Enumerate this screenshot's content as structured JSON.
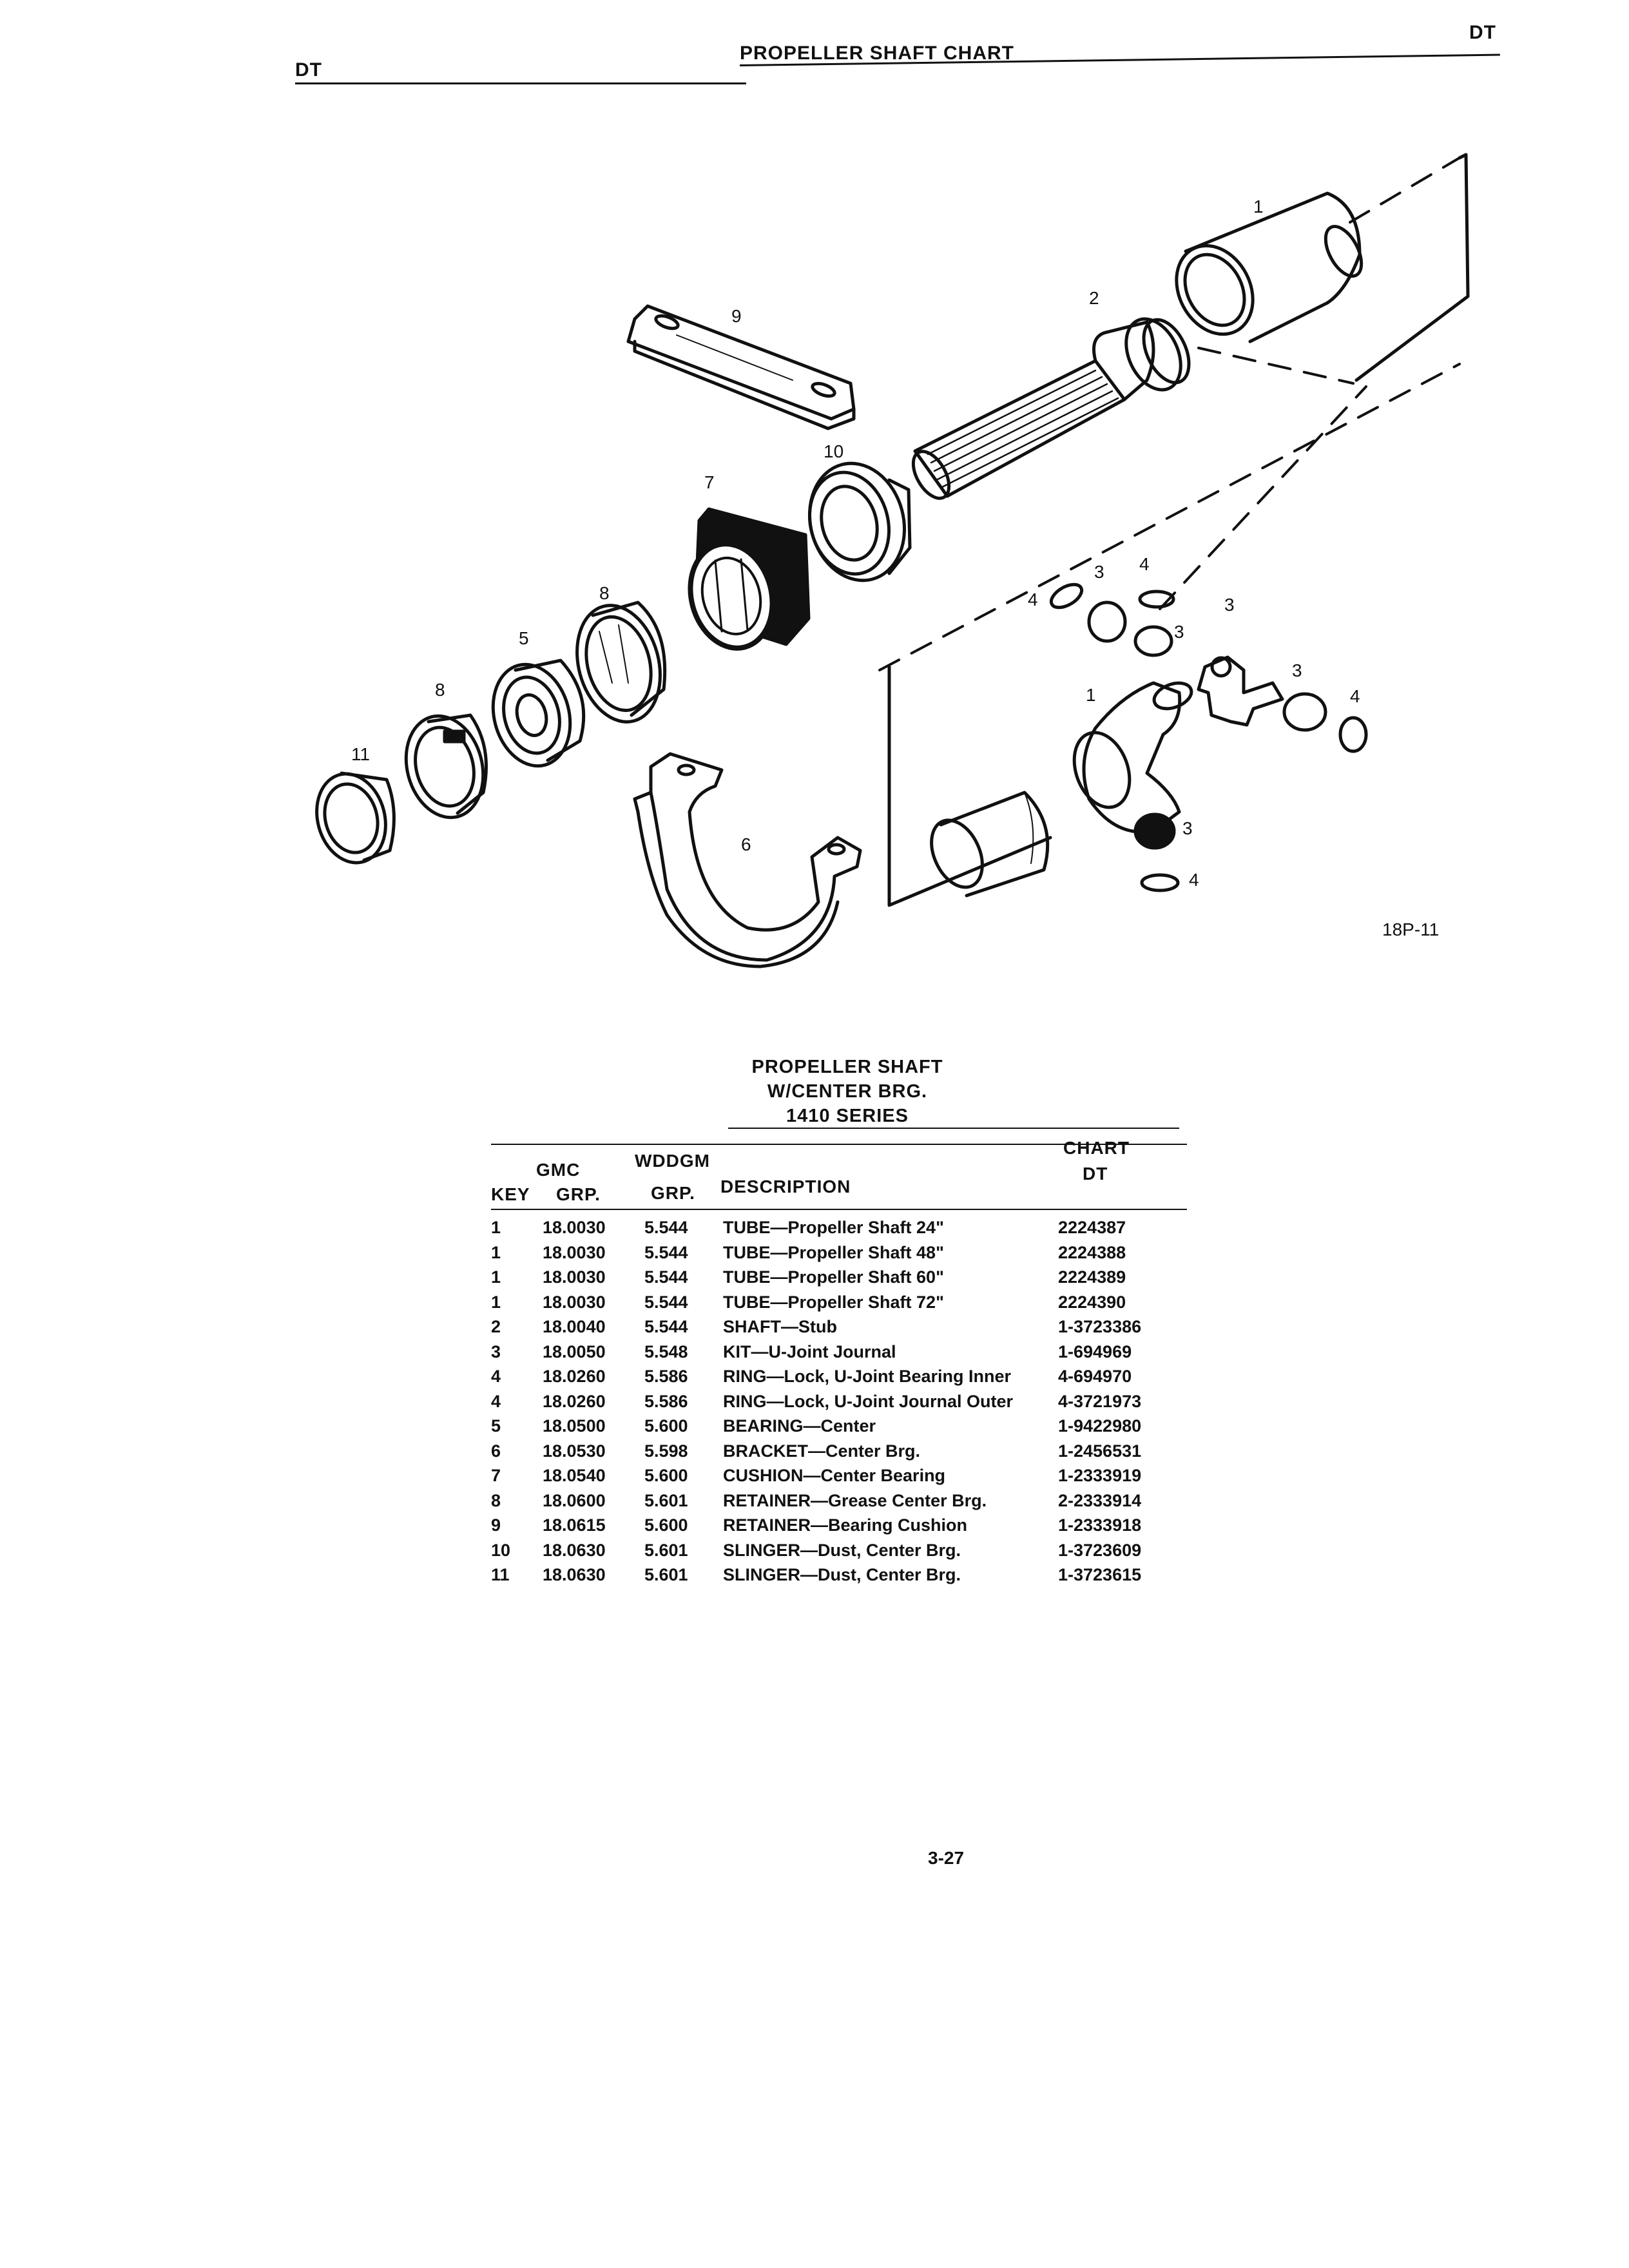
{
  "header": {
    "left_code": "DT",
    "title": "PROPELLER SHAFT CHART",
    "right_code": "DT"
  },
  "diagram": {
    "figure_code": "18P-11",
    "callouts": {
      "c1": "1",
      "c2": "2",
      "c3": "3",
      "c4": "4",
      "c5": "5",
      "c6": "6",
      "c7": "7",
      "c8": "8",
      "c9": "9",
      "c10": "10",
      "c11": "11"
    }
  },
  "table": {
    "title_line1": "PROPELLER SHAFT",
    "title_line2": "W/CENTER BRG.",
    "title_line3": "1410 SERIES",
    "headers": {
      "gmc": "GMC",
      "wddgm": "WDDGM",
      "chart": "CHART",
      "key": "KEY",
      "grp1": "GRP.",
      "grp2": "GRP.",
      "description": "DESCRIPTION",
      "dt": "DT"
    },
    "rows": [
      {
        "key": "1",
        "gmc": "18.0030",
        "wddgm": "5.544",
        "description": "TUBE—Propeller Shaft 24\"",
        "chart": "2224387"
      },
      {
        "key": "1",
        "gmc": "18.0030",
        "wddgm": "5.544",
        "description": "TUBE—Propeller Shaft 48\"",
        "chart": "2224388"
      },
      {
        "key": "1",
        "gmc": "18.0030",
        "wddgm": "5.544",
        "description": "TUBE—Propeller Shaft 60\"",
        "chart": "2224389"
      },
      {
        "key": "1",
        "gmc": "18.0030",
        "wddgm": "5.544",
        "description": "TUBE—Propeller Shaft 72\"",
        "chart": "2224390"
      },
      {
        "key": "2",
        "gmc": "18.0040",
        "wddgm": "5.544",
        "description": "SHAFT—Stub",
        "chart": "1-3723386"
      },
      {
        "key": "3",
        "gmc": "18.0050",
        "wddgm": "5.548",
        "description": "KIT—U-Joint Journal",
        "chart": "1-694969"
      },
      {
        "key": "4",
        "gmc": "18.0260",
        "wddgm": "5.586",
        "description": "RING—Lock, U-Joint Bearing Inner",
        "chart": "4-694970"
      },
      {
        "key": "4",
        "gmc": "18.0260",
        "wddgm": "5.586",
        "description": "RING—Lock, U-Joint Journal Outer",
        "chart": "4-3721973"
      },
      {
        "key": "5",
        "gmc": "18.0500",
        "wddgm": "5.600",
        "description": "BEARING—Center",
        "chart": "1-9422980"
      },
      {
        "key": "6",
        "gmc": "18.0530",
        "wddgm": "5.598",
        "description": "BRACKET—Center Brg.",
        "chart": "1-2456531"
      },
      {
        "key": "7",
        "gmc": "18.0540",
        "wddgm": "5.600",
        "description": "CUSHION—Center Bearing",
        "chart": "1-2333919"
      },
      {
        "key": "8",
        "gmc": "18.0600",
        "wddgm": "5.601",
        "description": "RETAINER—Grease Center Brg.",
        "chart": "2-2333914"
      },
      {
        "key": "9",
        "gmc": "18.0615",
        "wddgm": "5.600",
        "description": "RETAINER—Bearing Cushion",
        "chart": "1-2333918"
      },
      {
        "key": "10",
        "gmc": "18.0630",
        "wddgm": "5.601",
        "description": "SLINGER—Dust, Center Brg.",
        "chart": "1-3723609"
      },
      {
        "key": "11",
        "gmc": "18.0630",
        "wddgm": "5.601",
        "description": "SLINGER—Dust, Center Brg.",
        "chart": "1-3723615"
      }
    ]
  },
  "footer": {
    "page_number": "3-27"
  }
}
